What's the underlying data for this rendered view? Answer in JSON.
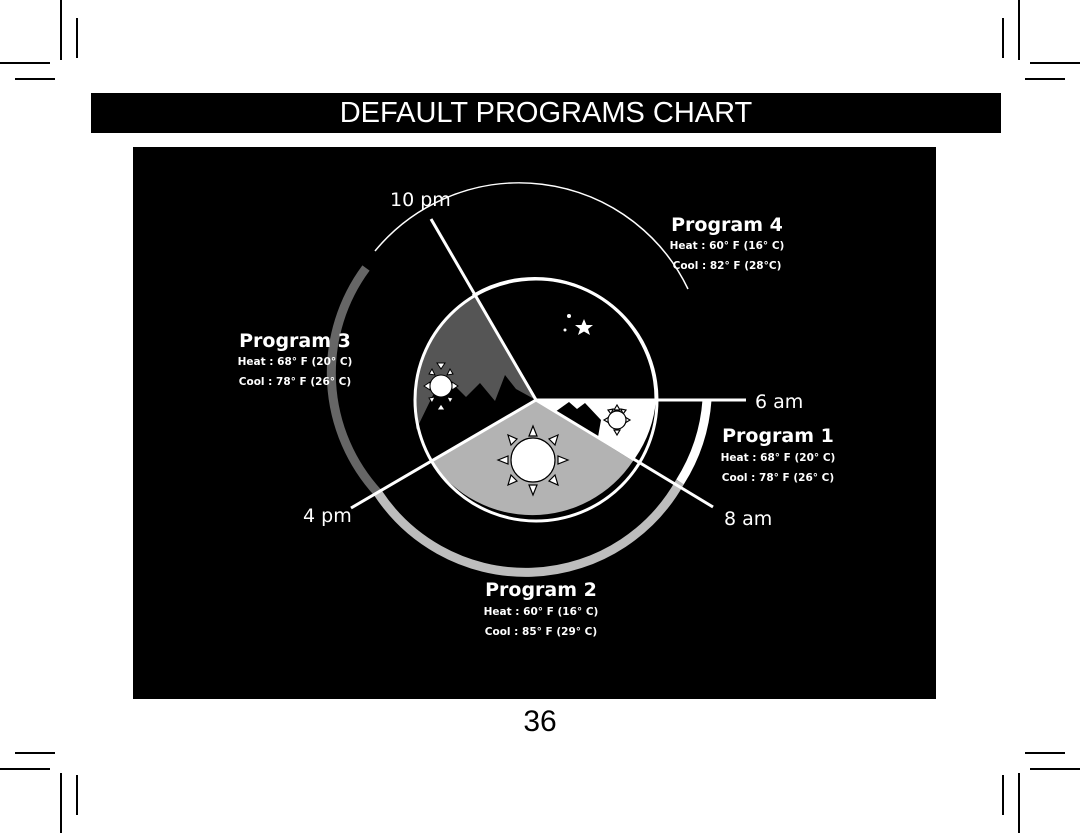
{
  "title": "DEFAULT PROGRAMS CHART",
  "page_number": "36",
  "times": {
    "t1": "10 pm",
    "t2": "6 am",
    "t3": "8 am",
    "t4": "4 pm"
  },
  "programs": [
    {
      "name": "Program 1",
      "heat": "Heat : 68° F (20° C)",
      "cool": "Cool : 78° F (26° C)"
    },
    {
      "name": "Program 2",
      "heat": "Heat : 60° F (16° C)",
      "cool": "Cool : 85° F (29° C)"
    },
    {
      "name": "Program 3",
      "heat": "Heat : 68° F (20° C)",
      "cool": "Cool : 78° F (26° C)"
    },
    {
      "name": "Program 4",
      "heat": "Heat : 60° F (16° C)",
      "cool": "Cool : 82° F (28°C)"
    }
  ],
  "colors": {
    "background": "#000000",
    "day_fill": "#b3b3b3",
    "evening_fill": "#555555",
    "ring_evening": "#666666",
    "ring_day": "#bdbdbd",
    "ring_morning": "#ffffff"
  }
}
